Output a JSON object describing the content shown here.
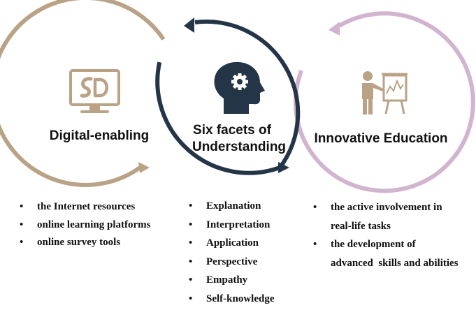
{
  "colors": {
    "digital": "#b9a286",
    "understanding": "#243547",
    "innovative": "#d1b4d0",
    "text": "#111111"
  },
  "icons": {
    "digital": "monitor-sd-logo-icon",
    "understanding": "head-gear-icon",
    "innovative": "teacher-presentation-board-icon"
  },
  "cycles": {
    "digital": {
      "title": "Digital-enabling"
    },
    "understanding": {
      "title_line1": "Six facets of",
      "title_line2": "Understanding"
    },
    "innovative": {
      "title": "Innovative Education"
    }
  },
  "lists": {
    "digital": [
      "the Internet resources",
      "online learning platforms",
      "online survey tools"
    ],
    "understanding": [
      "Explanation",
      "Interpretation",
      "Application",
      "Perspective",
      "Empathy",
      "Self-knowledge"
    ],
    "innovative": [
      {
        "line1": "the active involvement in",
        "line2": "real-life tasks"
      },
      {
        "line1": "the development of",
        "line2": "advanced  skills and abilities"
      }
    ]
  }
}
